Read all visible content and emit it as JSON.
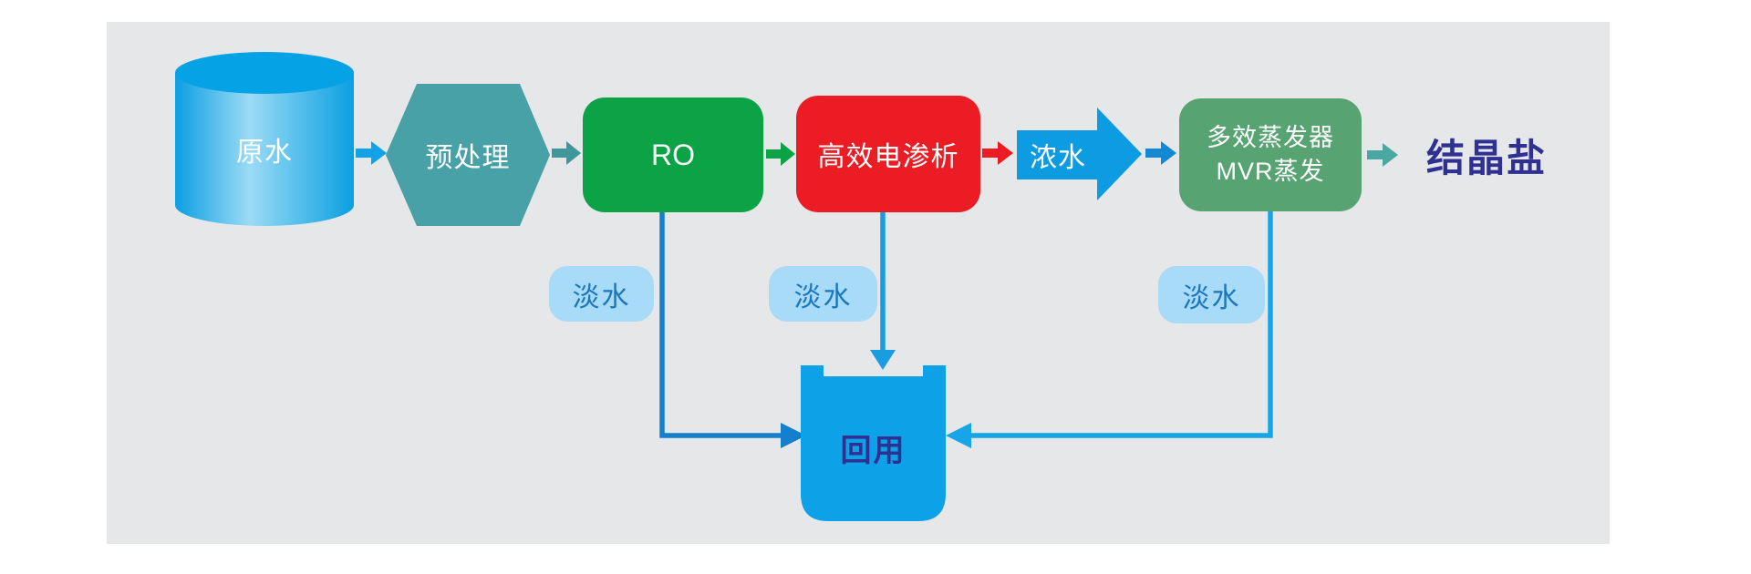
{
  "diagram": {
    "type": "process-flow",
    "background_color": "#e6e7e8",
    "nodes": {
      "raw_water": {
        "label": "原水",
        "shape": "cylinder",
        "color": "#0b9fe2"
      },
      "pretreatment": {
        "label": "预处理",
        "shape": "hexagon",
        "color": "#47a1a6"
      },
      "ro": {
        "label": "RO",
        "shape": "rounded-rect",
        "color": "#0ba345"
      },
      "electrodialysis": {
        "label": "高效电渗析",
        "shape": "rounded-rect",
        "color": "#ec1c24"
      },
      "concentrate": {
        "label": "浓水",
        "shape": "fat-arrow",
        "color": "#0d9ce1"
      },
      "evaporator": {
        "line1": "多效蒸发器",
        "line2": "MVR蒸发",
        "shape": "rounded-rect",
        "color": "#57a372"
      },
      "crystal_salt": {
        "label": "结晶盐",
        "shape": "text",
        "color": "#2e3192"
      },
      "reuse_tank": {
        "label": "回用",
        "shape": "tank",
        "color": "#0da2e8"
      }
    },
    "freshwater_badges": [
      {
        "label": "淡水",
        "bg": "#a7dbf7",
        "text_color": "#1b76bc"
      },
      {
        "label": "淡水",
        "bg": "#a7dbf7",
        "text_color": "#1b76bc"
      },
      {
        "label": "淡水",
        "bg": "#a7dbf7",
        "text_color": "#1b76bc"
      }
    ],
    "flow": [
      "原水 → 预处理 → RO → 高效电渗析 → 浓水 → 多效蒸发器MVR蒸发 → 结晶盐",
      "RO → 回用 (淡水)",
      "高效电渗析 → 回用 (淡水)",
      "多效蒸发器MVR蒸发 → 回用 (淡水)"
    ],
    "connector_colors": {
      "left": "#1480cd",
      "middle": "#1a9ce2",
      "right": "#16a6e8"
    }
  }
}
